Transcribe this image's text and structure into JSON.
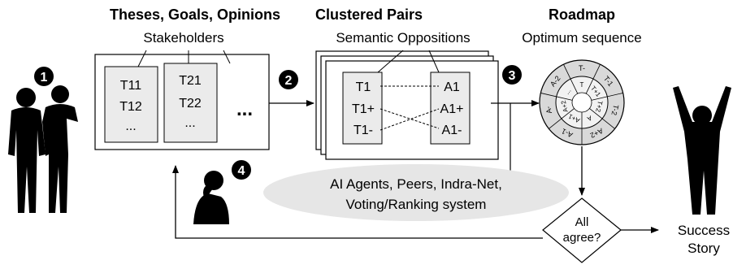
{
  "stage1": {
    "step": "1",
    "title": "Theses, Goals, Opinions",
    "subtitle": "Stakeholders",
    "column1": [
      "T11",
      "T12",
      "..."
    ],
    "column2": [
      "T21",
      "T22",
      "..."
    ],
    "more": "..."
  },
  "stage2": {
    "step": "2",
    "title": "Clustered Pairs",
    "subtitle": "Semantic Oppositions",
    "left": [
      "T1",
      "T1+",
      "T1-"
    ],
    "right": [
      "A1",
      "A1+",
      "A1-"
    ]
  },
  "stage3": {
    "step": "3",
    "title": "Roadmap",
    "subtitle": "Optimum sequence",
    "wheel_outer": [
      "T-",
      "T-1",
      "T-2",
      "A+2",
      "A-1",
      "A-",
      "A-2"
    ],
    "wheel_inner": [
      "T",
      "T+1",
      "T+2",
      "A",
      "A+1",
      "A+2",
      "..."
    ]
  },
  "stage4": {
    "step": "4",
    "agents_line1": "AI Agents, Peers, Indra-Net,",
    "agents_line2": "Voting/Ranking  system",
    "decision_line1": "All",
    "decision_line2": "agree?",
    "outcome_line1": "Success",
    "outcome_line2": "Story"
  },
  "colors": {
    "ink": "#000000",
    "box_fill": "#ebebeb",
    "ellipse_fill": "#e6e6e6",
    "wheel_fill": "#d9d9d9"
  }
}
